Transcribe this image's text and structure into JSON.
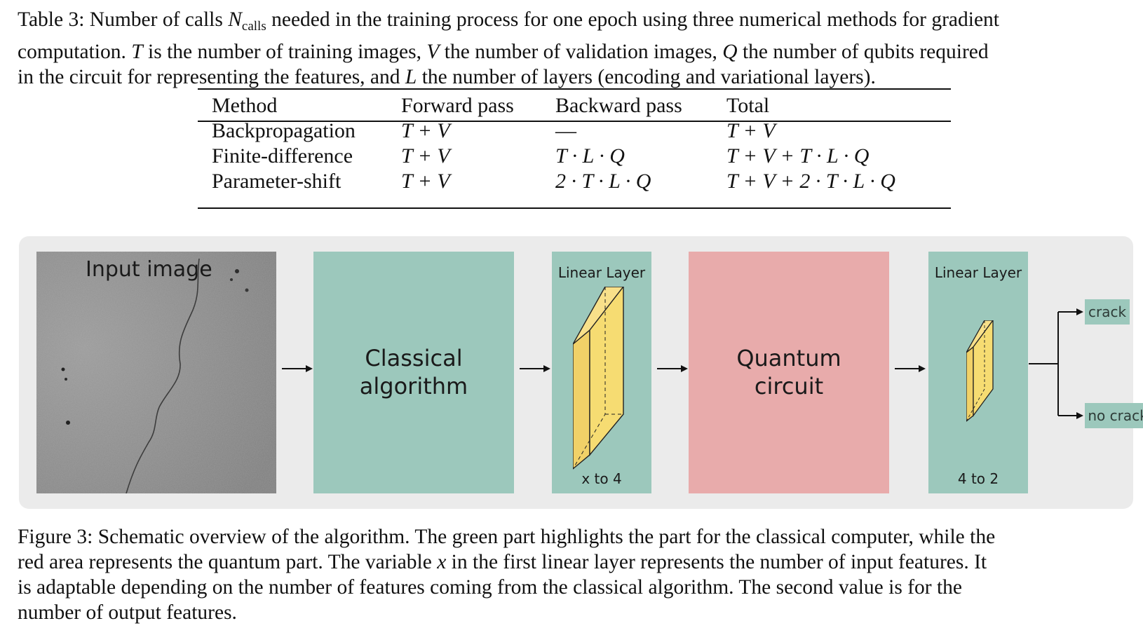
{
  "table_caption": {
    "prefix": "Table 3: Number of calls",
    "symbol": "N",
    "subscript": "calls",
    "line1_rest": "needed in the training process for one epoch using three numerical methods for gradient",
    "line2": "computation.",
    "line2_T": "T",
    "line2_a": "is the number of training images,",
    "line2_V": "V",
    "line2_b": "the number of validation images,",
    "line2_Q": "Q",
    "line2_c": "the number of qubits required",
    "line3_a": "in the circuit for representing the features, and",
    "line3_L": "L",
    "line3_b": "the number of layers (encoding and variational layers)."
  },
  "table": {
    "headers": [
      "Method",
      "Forward pass",
      "Backward pass",
      "Total"
    ],
    "rows": [
      [
        "Backpropagation",
        "T + V",
        "—",
        "T + V"
      ],
      [
        "Finite-difference",
        "T + V",
        "T · L · Q",
        "T + V + T · L · Q"
      ],
      [
        "Parameter-shift",
        "T + V",
        "2 · T · L · Q",
        "T + V + 2 · T · L · Q"
      ]
    ]
  },
  "figure": {
    "input_label": "Input image",
    "classical_label_1": "Classical",
    "classical_label_2": "algorithm",
    "linear1_title": "Linear Layer",
    "linear1_bottom": "x to 4",
    "quantum_label_1": "Quantum",
    "quantum_label_2": "circuit",
    "linear2_title": "Linear Layer",
    "linear2_bottom": "4 to 2",
    "output_crack": "crack",
    "output_no_crack": "no crack",
    "colors": {
      "panel": "#ebebeb",
      "classical": "#9cc8bc",
      "quantum": "#e8abab",
      "layer_face": "#f6dc72",
      "image": "#8f8f8f"
    }
  },
  "figure_caption": {
    "line1": "Figure 3: Schematic overview of the algorithm. The green part highlights the part for the classical computer, while the",
    "line2_a": "red area represents the quantum part. The variable",
    "line2_x": "x",
    "line2_b": "in the first linear layer represents the number of input features. It",
    "line3": "is adaptable depending on the number of features coming from the classical algorithm. The second value is for the",
    "line4": "number of output features."
  }
}
